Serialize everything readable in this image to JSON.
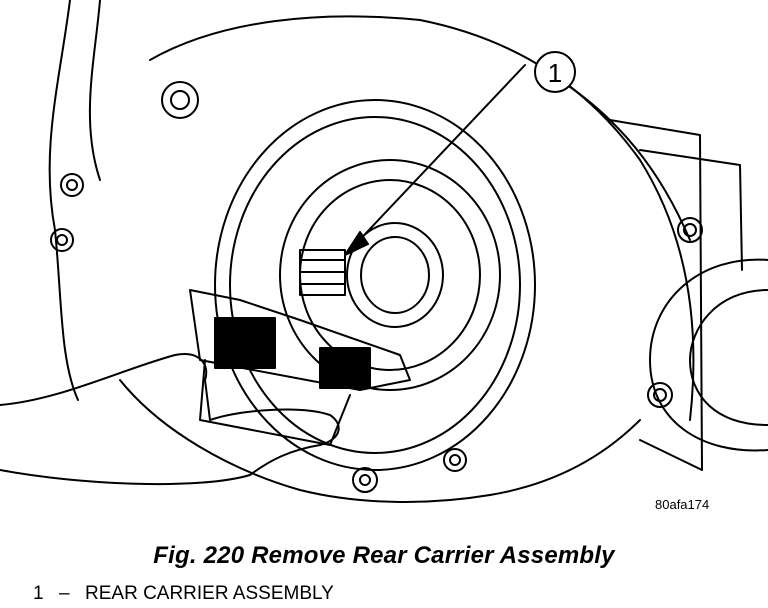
{
  "figure": {
    "callout_number": "1",
    "image_code": "80afa174",
    "caption": "Fig. 220 Remove Rear Carrier Assembly"
  },
  "legend": [
    {
      "number": "1",
      "separator": "–",
      "label": "REAR CARRIER ASSEMBLY"
    }
  ]
}
